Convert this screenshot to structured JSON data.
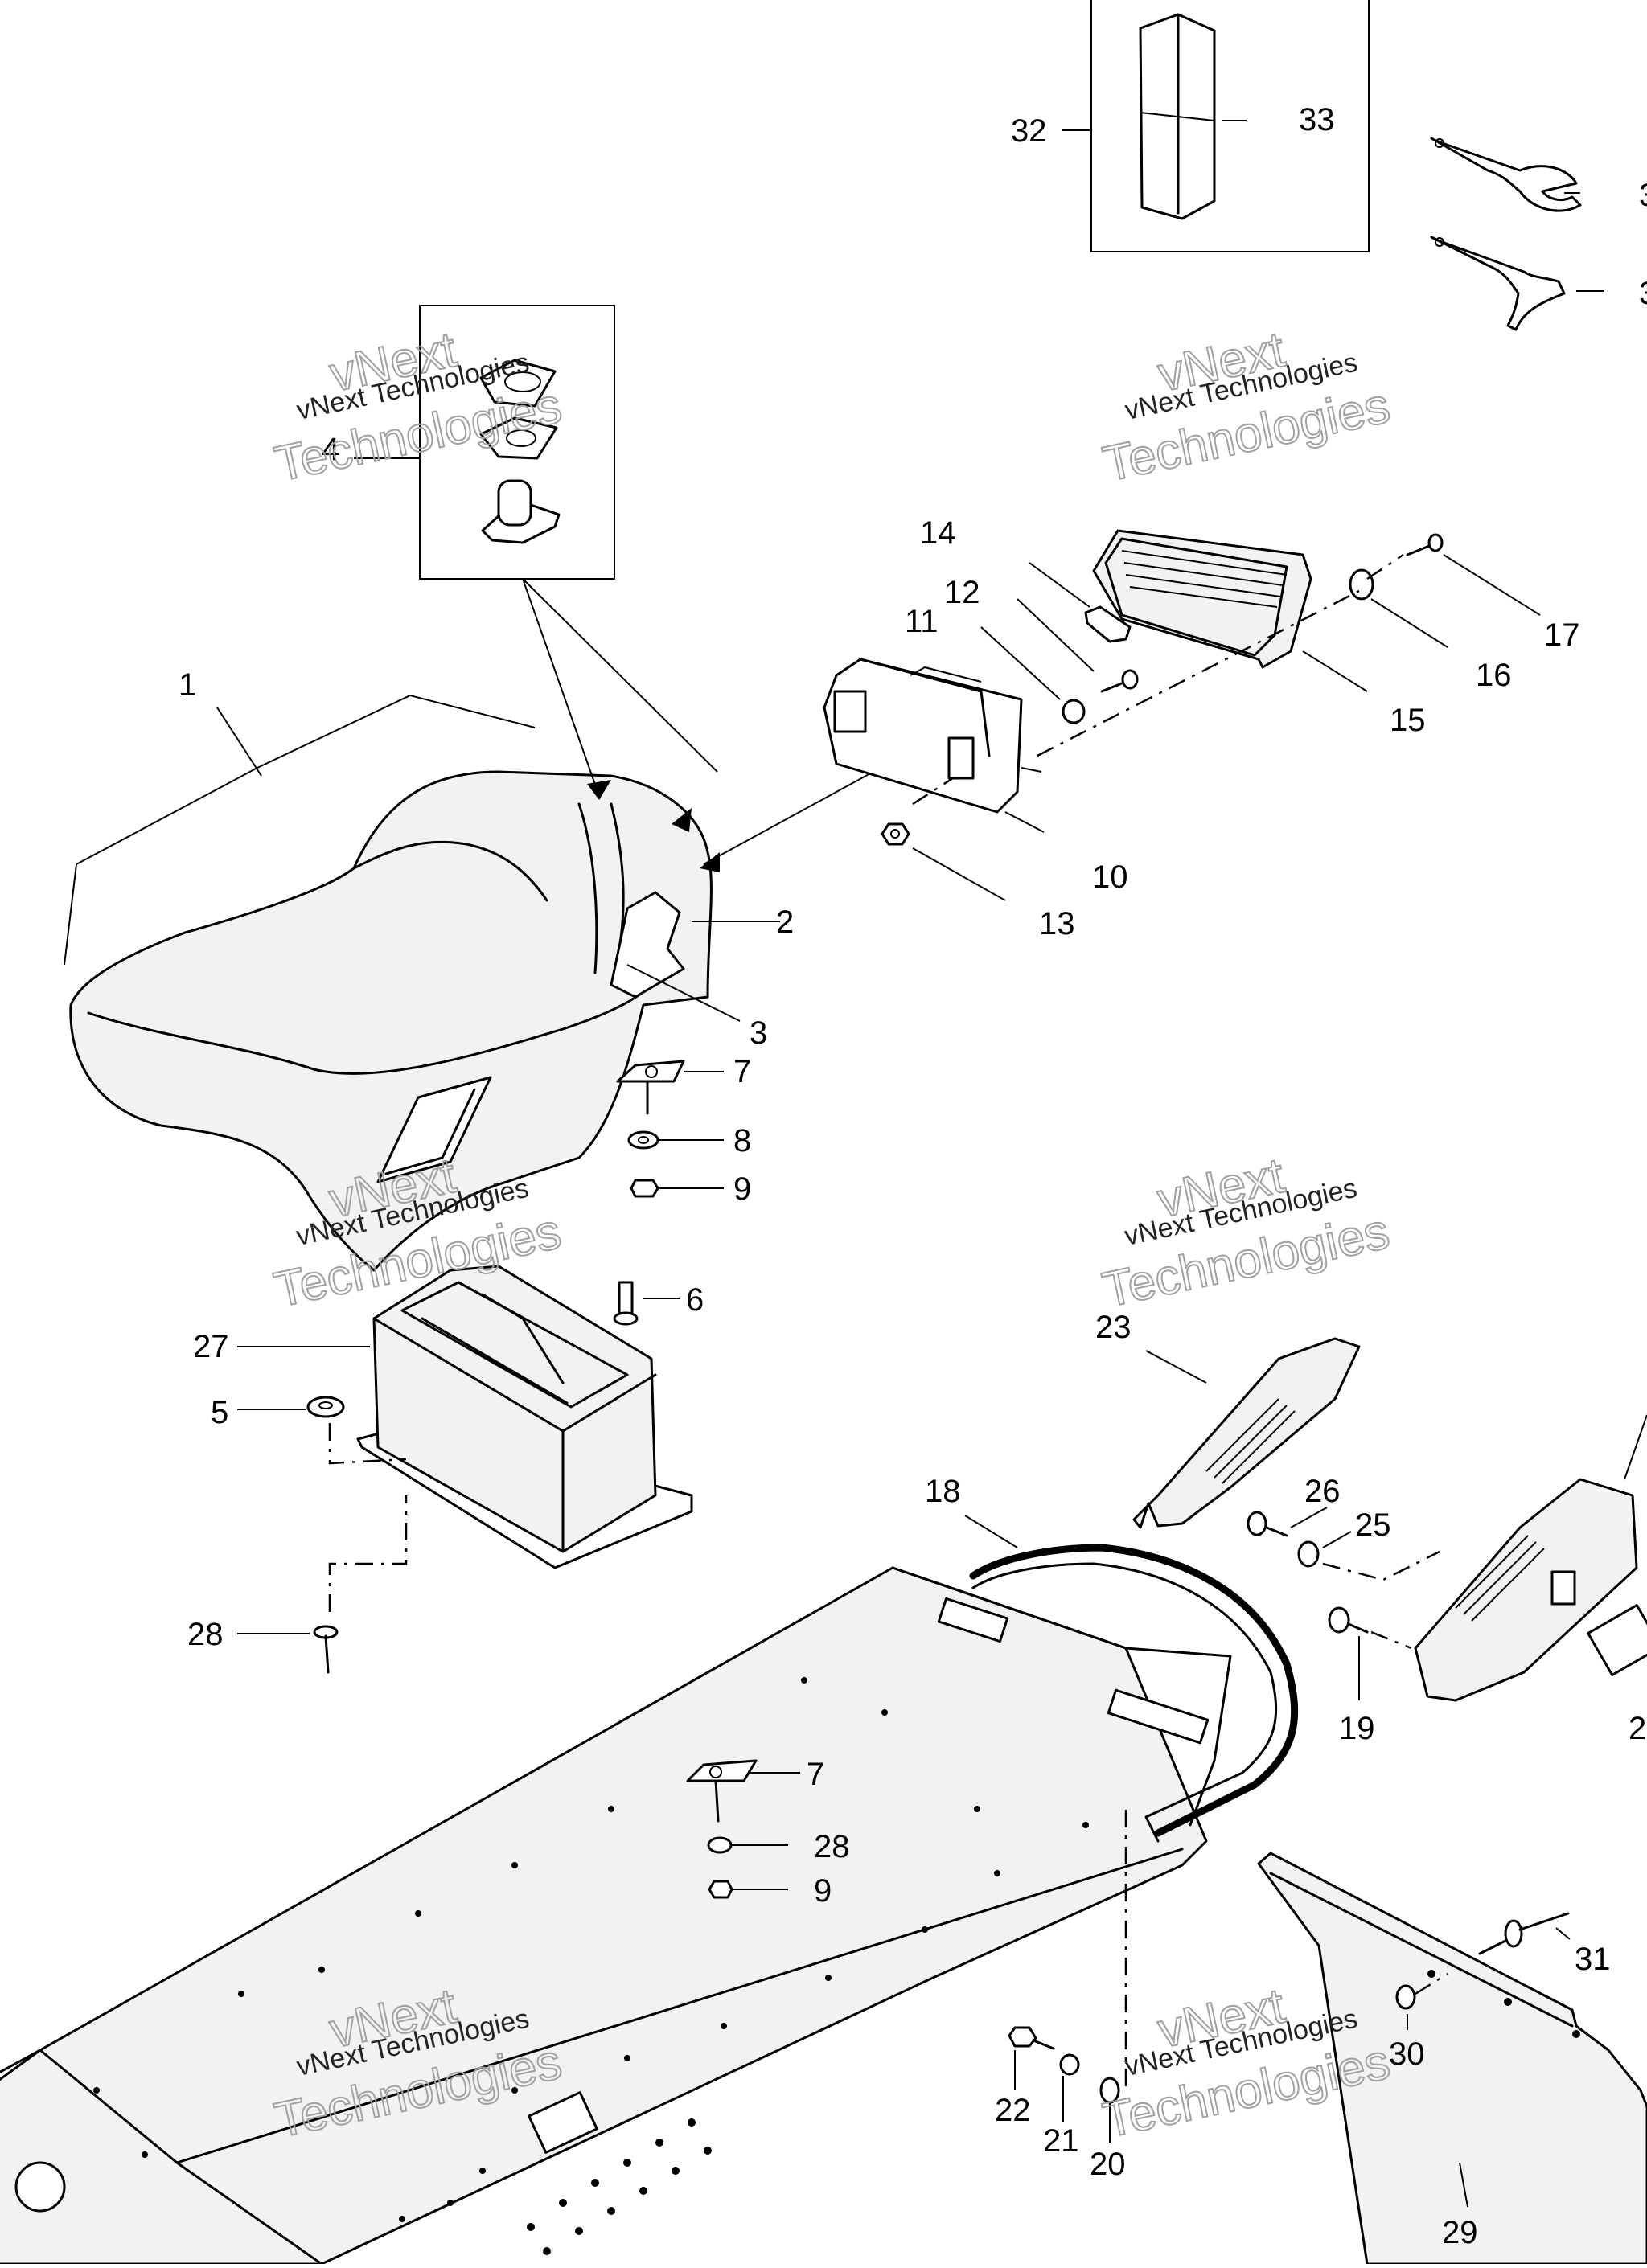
{
  "watermark": {
    "line1": "vNext Technologies",
    "line2": "vNext",
    "line3": "Technologies"
  },
  "callouts": {
    "c1": "1",
    "c2": "2",
    "c3": "3",
    "c4": "4",
    "c5": "5",
    "c6": "6",
    "c7a": "7",
    "c7b": "7",
    "c8": "8",
    "c9a": "9",
    "c9b": "9",
    "c10": "10",
    "c11": "11",
    "c12": "12",
    "c13": "13",
    "c14": "14",
    "c15": "15",
    "c16": "16",
    "c17": "17",
    "c18": "18",
    "c19": "19",
    "c20": "20",
    "c21": "21",
    "c22": "22",
    "c23": "23",
    "c25": "25",
    "c26": "26",
    "c27": "27",
    "c28a": "28",
    "c28b": "28",
    "c29": "29",
    "c30": "30",
    "c31": "31",
    "c32": "32",
    "c33": "33",
    "c34a": "3",
    "c34b": "3",
    "c24": "2"
  }
}
